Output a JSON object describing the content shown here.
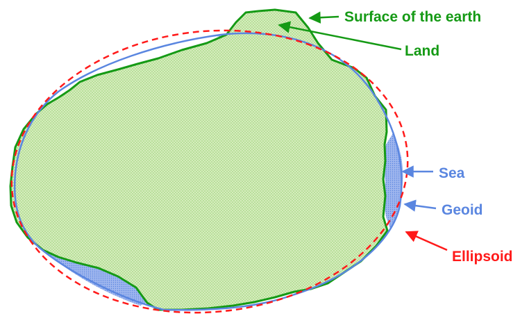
{
  "labels": {
    "surface": "Surface of the earth",
    "land": "Land",
    "sea": "Sea",
    "geoid": "Geoid",
    "ellipsoid": "Ellipsoid"
  },
  "colors": {
    "surface": "#159a15",
    "land_fill": "#d6ecbe",
    "land_dot": "#8fcf6a",
    "sea": "#5a86e0",
    "sea_fill": "#9fb6ee",
    "ellipsoid": "#ff1a1a",
    "background": "#ffffff"
  }
}
